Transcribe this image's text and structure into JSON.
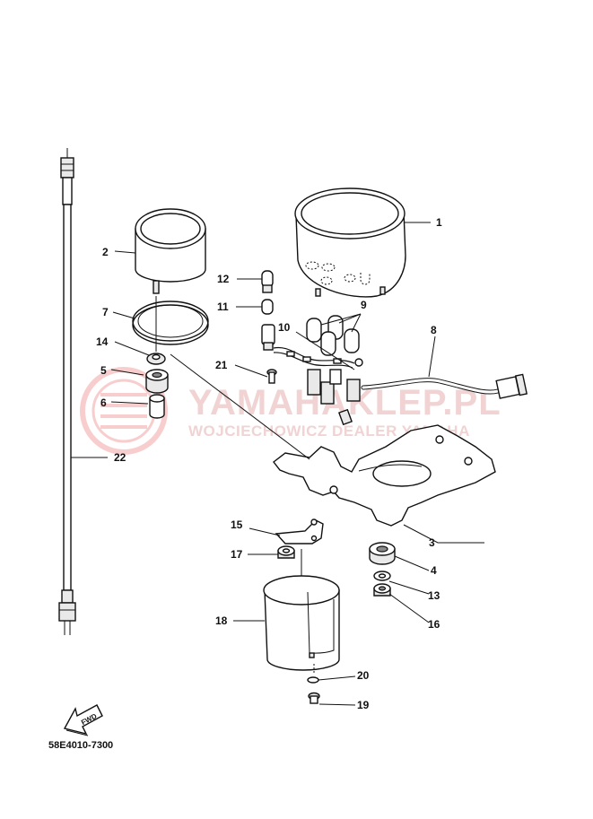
{
  "watermark": {
    "brand": "YAMAHAKLEP.PL",
    "tagline": "WOJCIECHOWICZ DEALER YAMAHA"
  },
  "fwd_label": "FWD",
  "diagram_code": "58E4010-7300",
  "callouts": [
    {
      "num": "1"
    },
    {
      "num": "2"
    },
    {
      "num": "3"
    },
    {
      "num": "4"
    },
    {
      "num": "5"
    },
    {
      "num": "6"
    },
    {
      "num": "7"
    },
    {
      "num": "8"
    },
    {
      "num": "9"
    },
    {
      "num": "10"
    },
    {
      "num": "11"
    },
    {
      "num": "12"
    },
    {
      "num": "13"
    },
    {
      "num": "14"
    },
    {
      "num": "15"
    },
    {
      "num": "16"
    },
    {
      "num": "17"
    },
    {
      "num": "18"
    },
    {
      "num": "19"
    },
    {
      "num": "20"
    },
    {
      "num": "21"
    },
    {
      "num": "22"
    }
  ],
  "colors": {
    "ink": "#111111",
    "watermark": "#f1d3d3",
    "watermark_logo": "#f3b8b8"
  }
}
